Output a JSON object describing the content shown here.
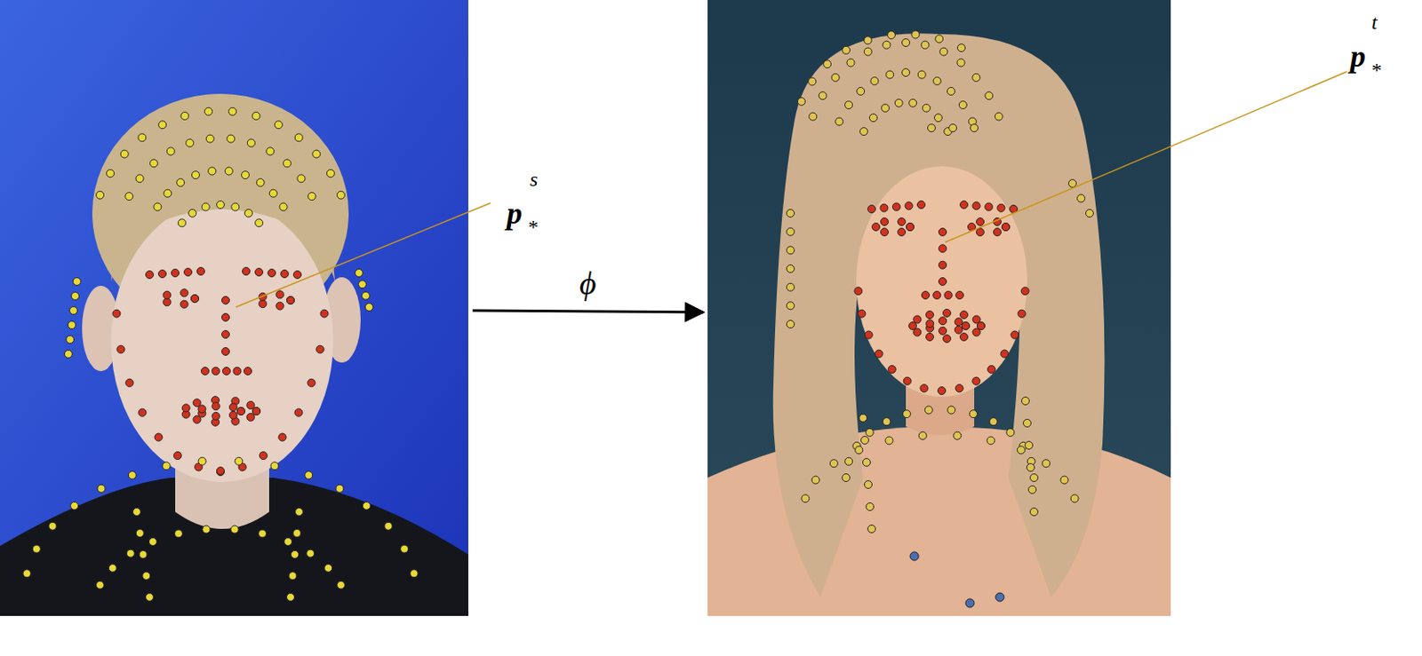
{
  "diagram": {
    "labels": [
      "p",
      "*",
      "s",
      "ϕ",
      "p",
      "*",
      "t"
    ]
  }
}
